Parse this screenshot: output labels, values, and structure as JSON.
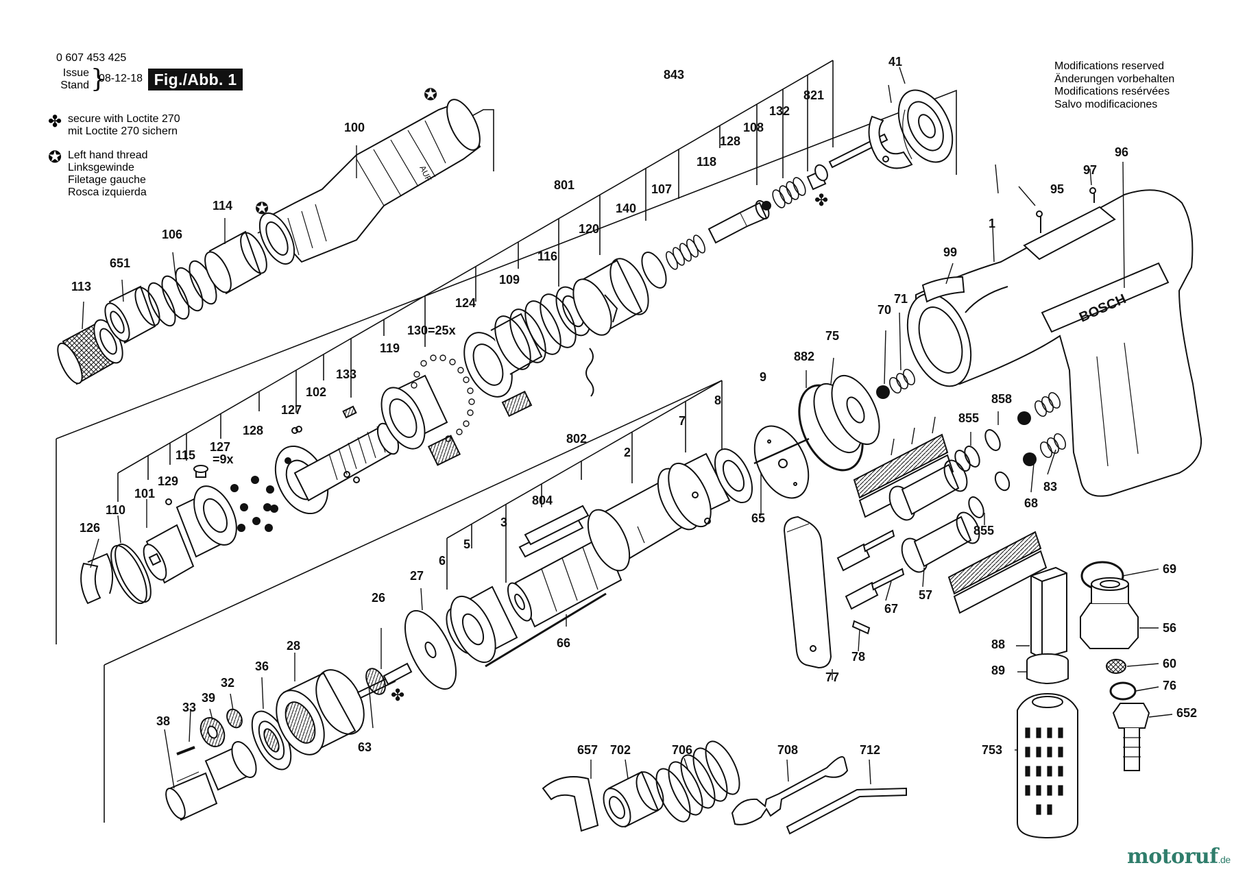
{
  "header": {
    "order_number": "0 607 453 425",
    "issue_label": "Issue",
    "stand_label": "Stand",
    "date": "08-12-18",
    "figure_label": "Fig./Abb. 1"
  },
  "legend": {
    "loctite": [
      "secure with Loctite 270",
      "mit Loctite 270 sichern"
    ],
    "left_hand_thread": [
      "Left hand thread",
      "Linksgewinde",
      "Filetage gauche",
      "Rosca izquierda"
    ]
  },
  "modifications": [
    "Modifications reserved",
    "Änderungen vorbehalten",
    "Modifications resérvées",
    "Salvo modificaciones"
  ],
  "brand_text": "BOSCH",
  "part_text_auf": "AUF",
  "watermark": {
    "name": "motoruf",
    "suffix": ".de"
  },
  "callouts": {
    "c_100": "100",
    "c_114": "114",
    "c_106": "106",
    "c_651": "651",
    "c_113": "113",
    "c_843": "843",
    "c_41": "41",
    "c_821": "821",
    "c_132": "132",
    "c_108": "108",
    "c_128a": "128",
    "c_118": "118",
    "c_107": "107",
    "c_140": "140",
    "c_801": "801",
    "c_120": "120",
    "c_116": "116",
    "c_109": "109",
    "c_124": "124",
    "c_130": "130=25x",
    "c_119": "119",
    "c_133": "133",
    "c_102": "102",
    "c_127a": "127",
    "c_128b": "128",
    "c_127b": "127",
    "c_9x": "=9x",
    "c_115": "115",
    "c_129": "129",
    "c_101": "101",
    "c_110": "110",
    "c_126": "126",
    "c_802": "802",
    "c_2": "2",
    "c_7": "7",
    "c_8": "8",
    "c_804": "804",
    "c_3": "3",
    "c_5": "5",
    "c_6": "6",
    "c_27": "27",
    "c_66": "66",
    "c_26": "26",
    "c_28": "28",
    "c_36": "36",
    "c_32": "32",
    "c_39": "39",
    "c_33": "33",
    "c_38": "38",
    "c_63": "63",
    "c_9": "9",
    "c_65": "65",
    "c_882": "882",
    "c_75": "75",
    "c_70": "70",
    "c_71": "71",
    "c_855a": "855",
    "c_858": "858",
    "c_855b": "855",
    "c_57": "57",
    "c_67": "67",
    "c_77": "77",
    "c_78": "78",
    "c_96": "96",
    "c_97": "97",
    "c_95": "95",
    "c_1": "1",
    "c_99": "99",
    "c_68": "68",
    "c_83": "83",
    "c_69": "69",
    "c_56": "56",
    "c_88": "88",
    "c_89": "89",
    "c_60": "60",
    "c_76": "76",
    "c_652": "652",
    "c_753": "753",
    "c_657": "657",
    "c_702": "702",
    "c_706": "706",
    "c_708": "708",
    "c_712": "712"
  }
}
